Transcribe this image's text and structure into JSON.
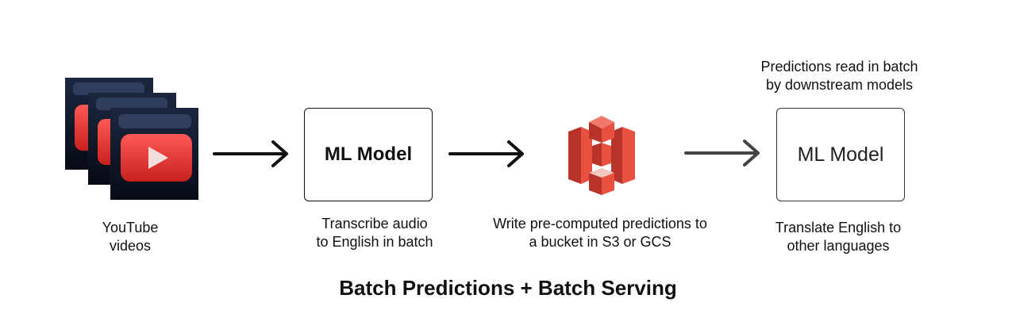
{
  "nodes": {
    "youtube": {
      "caption": "YouTube\nvideos"
    },
    "model1": {
      "label": "ML Model",
      "caption": "Transcribe audio\nto English in batch"
    },
    "bucket": {
      "caption": "Write pre-computed predictions to\na bucket in S3 or GCS"
    },
    "model2": {
      "label": "ML Model",
      "caption": "Translate English to\nother languages",
      "note": "Predictions read in batch\nby downstream models"
    }
  },
  "footer": {
    "title": "Batch Predictions + Batch Serving"
  },
  "colors": {
    "youtube_red": "#e53935",
    "card_dark": "#0d1424",
    "s3_red_dark": "#b8342b",
    "s3_red_light": "#e8513f",
    "arrow_dark": "#111111",
    "arrow_gray": "#444444"
  }
}
